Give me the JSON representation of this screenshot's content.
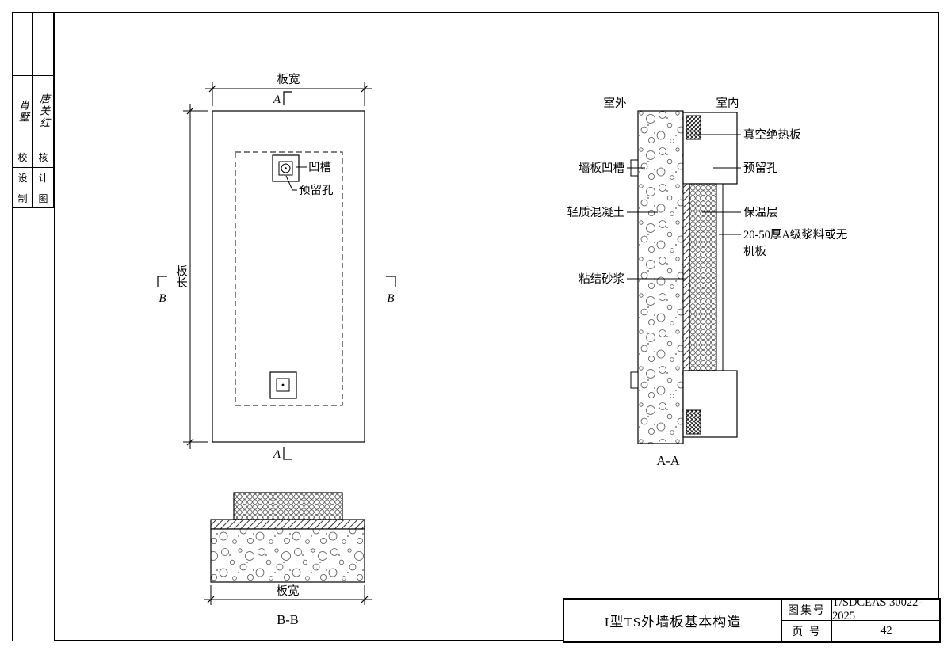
{
  "sheet": {
    "title": "I型TS外墙板基本构造",
    "atlas_label": "图集号",
    "atlas_value": "T/SDCEAS 30022-2025",
    "page_label": "页 号",
    "page_value": "42"
  },
  "left_strip": {
    "signature_left": "肖墅",
    "signature_right": "唐美红",
    "rows": [
      {
        "left": "校",
        "right": "核"
      },
      {
        "left": "设",
        "right": "计"
      },
      {
        "left": "制",
        "right": "图"
      }
    ]
  },
  "plan_view": {
    "dim_top": "板宽",
    "dim_left": "板长",
    "label_groove": "凹槽",
    "label_hole": "预留孔",
    "section_a_top": "A",
    "section_a_bottom": "A",
    "section_b_left": "B",
    "section_b_right": "B"
  },
  "section_bb": {
    "dim_bottom": "板宽",
    "title": "B-B"
  },
  "section_aa": {
    "outdoor": "室外",
    "indoor": "室内",
    "label_vacuum": "真空绝热板",
    "label_wall_groove": "墙板凹槽",
    "label_hole": "预留孔",
    "label_concrete": "轻质混凝土",
    "label_insulation": "保温层",
    "label_board_1": "20-50厚A级浆料或无",
    "label_board_2": "机板",
    "label_bond": "粘结砂浆",
    "title": "A-A"
  }
}
